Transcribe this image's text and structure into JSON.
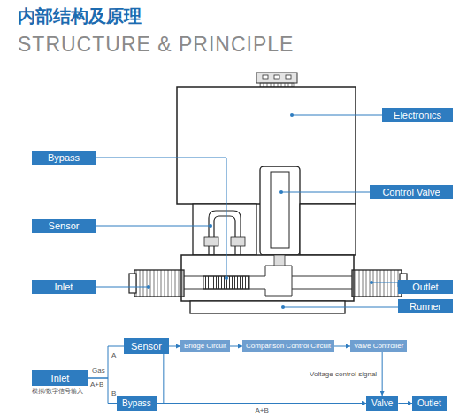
{
  "diagram": {
    "title": "内部结构及原理",
    "nodes": [
      {
        "text": [
          "Electronics"
        ]
      },
      {
        "text": [
          "Bypass"
        ]
      },
      {
        "text": [
          "Control Valve"
        ]
      },
      {
        "text": [
          "Sensor"
        ]
      },
      {
        "text": [
          "Inlet"
        ]
      },
      {
        "text": [
          "Outlet"
        ]
      },
      {
        "text": [
          "Runner"
        ]
      },
      {
        "text": [
          "Sensor"
        ]
      },
      {
        "text": [
          "Bridge Circuit"
        ]
      },
      {
        "text": [
          "Comparison Control Circuit"
        ]
      },
      {
        "text": [
          "Valve Controller"
        ]
      },
      {
        "text": [
          "Inlet",
          "模拟/数字信号输入"
        ]
      },
      {
        "text": [
          "Bypass"
        ]
      },
      {
        "text": [
          "Valve"
        ]
      },
      {
        "text": [
          "Outlet"
        ]
      }
    ],
    "edges": [
      {
        "from": 11,
        "to": 7,
        "arrow": "none",
        "label": "A"
      },
      {
        "from": 11,
        "to": 12,
        "arrow": "none",
        "label": "B"
      },
      {
        "from": 7,
        "to": 8,
        "arrow": "to"
      },
      {
        "from": 8,
        "to": 9,
        "arrow": "to"
      },
      {
        "from": 9,
        "to": 10,
        "arrow": "to"
      },
      {
        "from": 10,
        "to": 13,
        "arrow": "to",
        "label": "Voltage control signal"
      },
      {
        "from": 7,
        "to": 13,
        "arrow": "to"
      },
      {
        "from": 12,
        "to": 13,
        "arrow": "to",
        "label": "A+B"
      },
      {
        "from": 13,
        "to": 14,
        "arrow": "to"
      }
    ],
    "labels": [
      "STRUCTURE & PRINCIPLE",
      "Gas",
      "A+B"
    ]
  }
}
